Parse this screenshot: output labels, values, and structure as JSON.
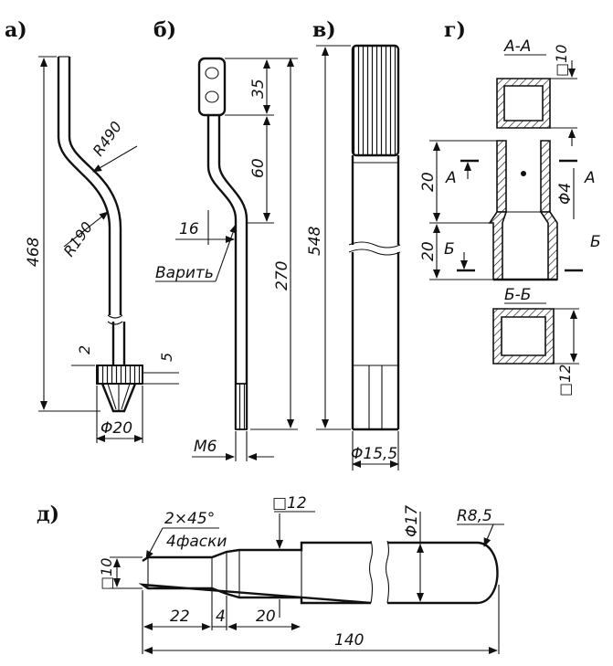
{
  "views": {
    "a": {
      "label": "а)",
      "len_total": "468",
      "radius_upper": "R490",
      "radius_lower": "R190",
      "dim_2": "2",
      "dim_5": "5",
      "dia": "Φ20"
    },
    "b": {
      "label": "б)",
      "dim_35": "35",
      "dim_60": "60",
      "dim_16": "16",
      "dim_270": "270",
      "weld_note": "Варить",
      "thread": "М6"
    },
    "v": {
      "label": "в)",
      "len_total": "548",
      "dia": "Φ15,5"
    },
    "g": {
      "label": "г)",
      "section_aa": "А-А",
      "sq_10": "□10",
      "dim_20_top": "20",
      "dim_20_bot": "20",
      "cut_a_left": "А",
      "cut_a_right": "А",
      "hole": "Φ4",
      "cut_b_left": "Б",
      "cut_b_right": "Б",
      "section_bb": "Б-Б",
      "sq_12": "□12"
    },
    "d": {
      "label": "д)",
      "chamfer_1": "2×45°",
      "chamfer_2": "4фаски",
      "sq_12": "□12",
      "dia_17": "Φ17",
      "radius": "R8,5",
      "sq_10": "□10",
      "dim_22": "22",
      "dim_4": "4",
      "dim_20": "20",
      "dim_140": "140"
    }
  }
}
